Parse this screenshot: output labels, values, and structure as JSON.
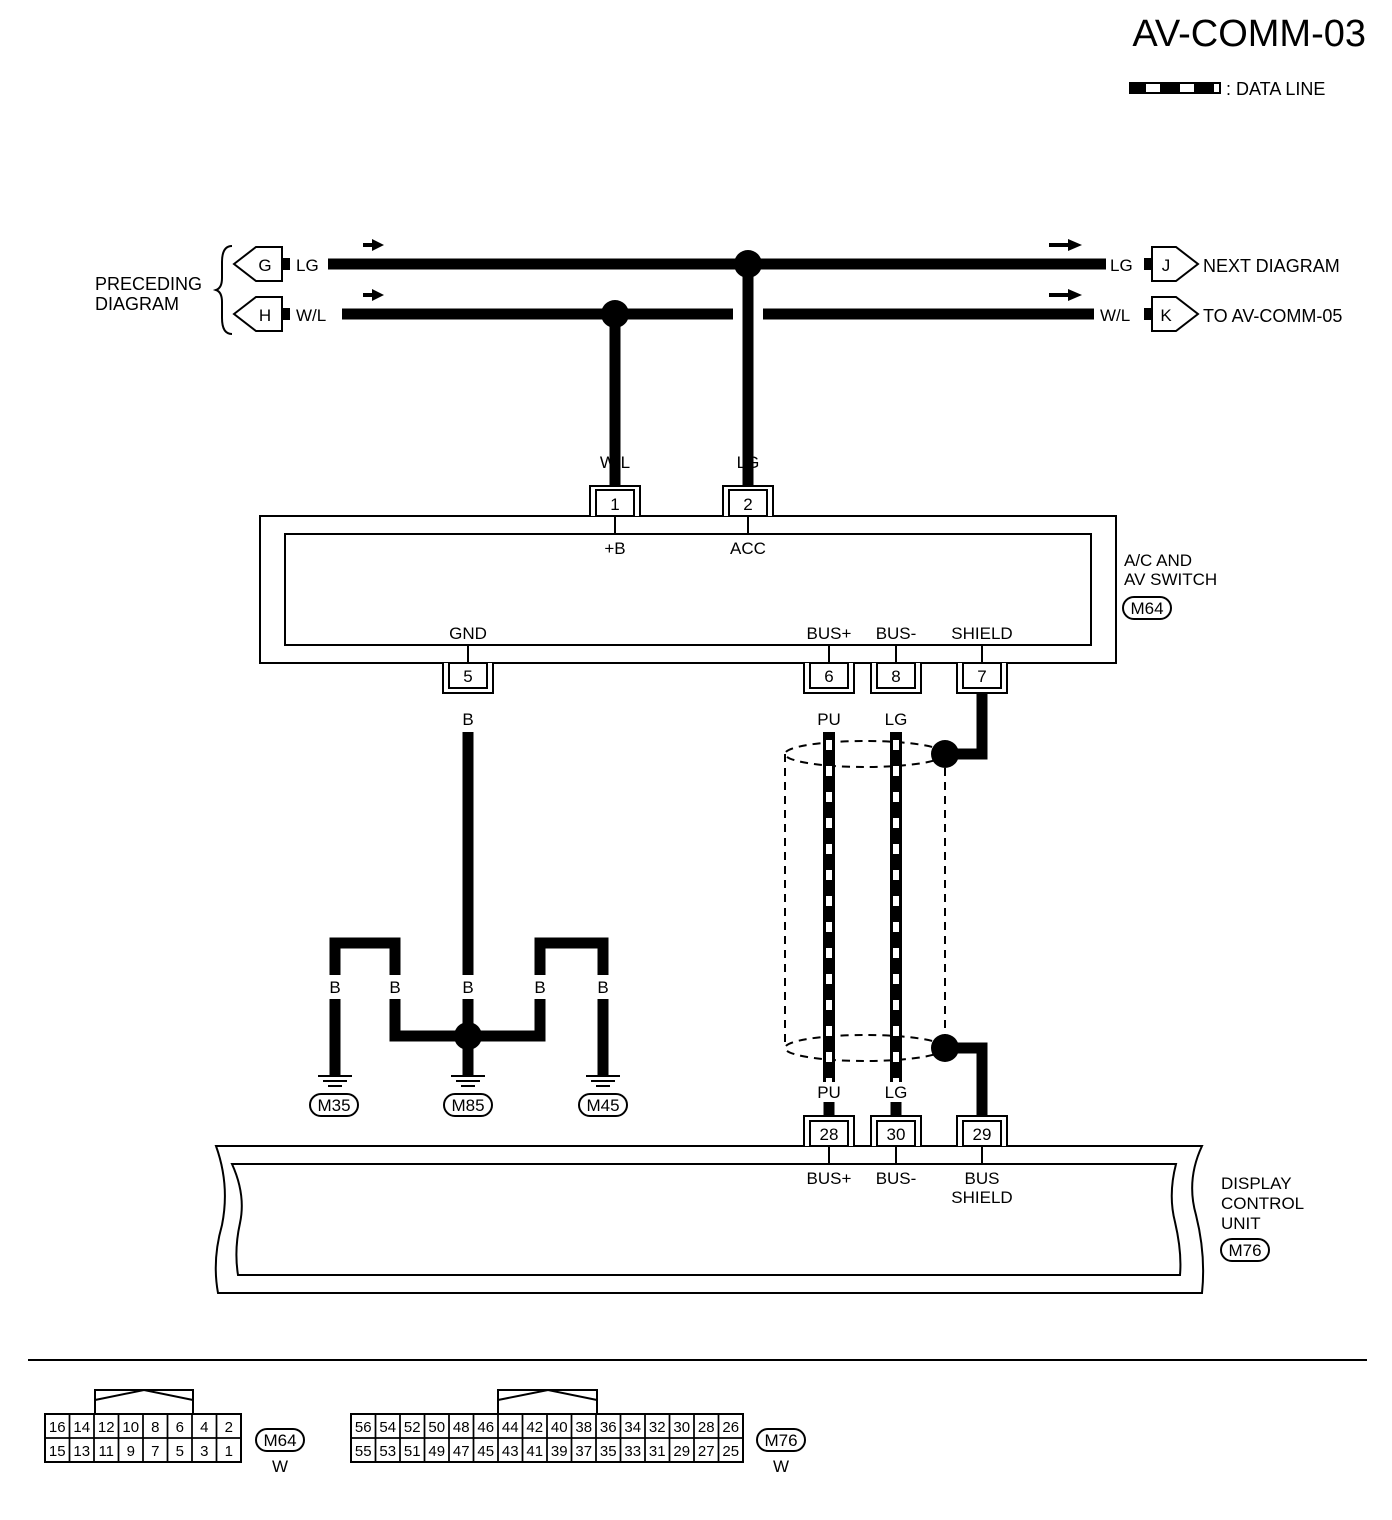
{
  "page": {
    "title": "AV-COMM-03",
    "legend": {
      "label": ": DATA LINE"
    }
  },
  "left_offpage": {
    "label_line1": "PRECEDING",
    "label_line2": "DIAGRAM",
    "arrows": [
      {
        "letter": "G",
        "color": "LG"
      },
      {
        "letter": "H",
        "color": "W/L"
      }
    ]
  },
  "right_offpage": {
    "arrows": [
      {
        "letter": "J",
        "color": "LG",
        "label": "NEXT DIAGRAM"
      },
      {
        "letter": "K",
        "color": "W/L",
        "label": "TO AV-COMM-05"
      }
    ]
  },
  "ac_switch": {
    "name_line1": "A/C AND",
    "name_line2": "AV SWITCH",
    "connector": "M64",
    "top_pins": [
      {
        "pin": "1",
        "wire": "W/L",
        "signal": "+B"
      },
      {
        "pin": "2",
        "wire": "LG",
        "signal": "ACC"
      }
    ],
    "bottom_pins": [
      {
        "pin": "5",
        "wire": "B",
        "signal": "GND"
      },
      {
        "pin": "6",
        "wire": "PU",
        "signal": "BUS+"
      },
      {
        "pin": "8",
        "wire": "LG",
        "signal": "BUS-"
      },
      {
        "pin": "7",
        "signal": "SHIELD"
      }
    ]
  },
  "grounds": {
    "wire_labels": [
      "B",
      "B",
      "B",
      "B",
      "B"
    ],
    "points": [
      "M35",
      "M85",
      "M45"
    ]
  },
  "display_unit": {
    "name_line1": "DISPLAY",
    "name_line2": "CONTROL",
    "name_line3": "UNIT",
    "connector": "M76",
    "pins": [
      {
        "pin": "28",
        "wire": "PU",
        "signal": "BUS+"
      },
      {
        "pin": "30",
        "wire": "LG",
        "signal": "BUS-"
      },
      {
        "pin": "29",
        "signal_line1": "BUS",
        "signal_line2": "SHIELD"
      }
    ]
  },
  "connector_faces": [
    {
      "id": "M64",
      "color": "W",
      "top_row": [
        "16",
        "14",
        "12",
        "10",
        "8",
        "6",
        "4",
        "2"
      ],
      "bottom_row": [
        "15",
        "13",
        "11",
        "9",
        "7",
        "5",
        "3",
        "1"
      ]
    },
    {
      "id": "M76",
      "color": "W",
      "top_row": [
        "56",
        "54",
        "52",
        "50",
        "48",
        "46",
        "44",
        "42",
        "40",
        "38",
        "36",
        "34",
        "32",
        "30",
        "28",
        "26"
      ],
      "bottom_row": [
        "55",
        "53",
        "51",
        "49",
        "47",
        "45",
        "43",
        "41",
        "39",
        "37",
        "35",
        "33",
        "31",
        "29",
        "27",
        "25"
      ]
    }
  ]
}
